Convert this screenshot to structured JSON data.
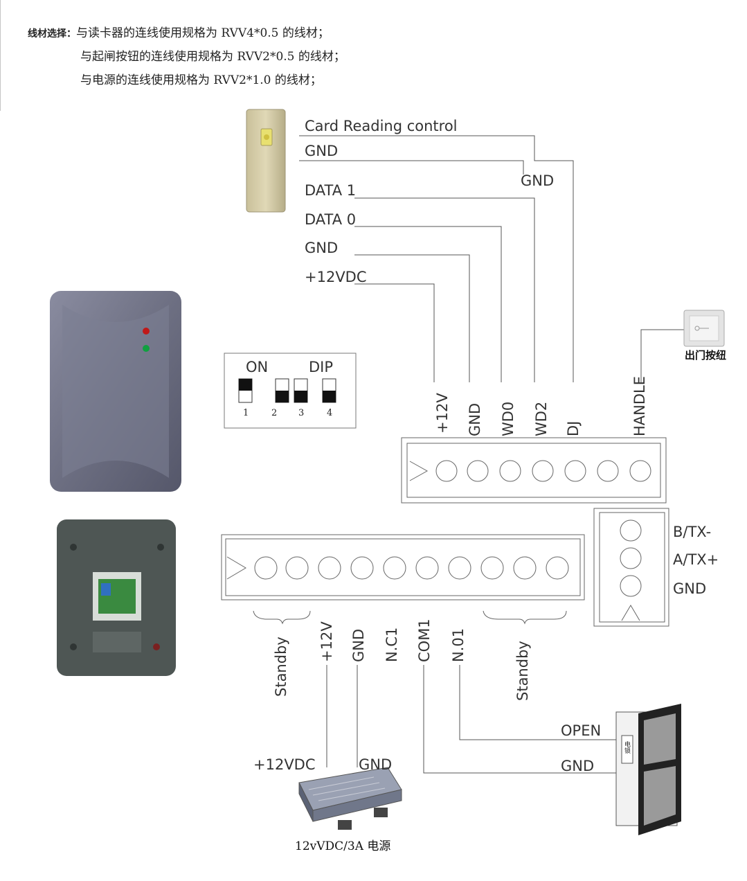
{
  "notes": {
    "heading": "线材选择：",
    "line1": "与读卡器的连线使用规格为 RVV4*0.5 的线材；",
    "line2": "与起闸按钮的连线使用规格为 RVV2*0.5 的线材；",
    "line3": "与电源的连线使用规格为 RVV2*1.0 的线材；"
  },
  "reader_wires": {
    "card_reading_control": "Card Reading control",
    "gnd1": "GND",
    "gnd_junction": "GND",
    "data1": "DATA 1",
    "data0": "DATA 0",
    "gnd2": "GND",
    "v12": "+12VDC"
  },
  "dip": {
    "on_label": "ON",
    "dip_label": "DIP",
    "switches": [
      {
        "num": "1",
        "state": "on"
      },
      {
        "num": "2",
        "state": "off"
      },
      {
        "num": "3",
        "state": "off"
      },
      {
        "num": "4",
        "state": "off"
      }
    ]
  },
  "top_terminal": {
    "labels": [
      "+12V",
      "GND",
      "WD0",
      "WD2",
      "DJ",
      "HANDLE"
    ]
  },
  "exit_button": {
    "caption": "出门按纽"
  },
  "rs485": {
    "labels": [
      "B/TX-",
      "A/TX+",
      "GND"
    ]
  },
  "bottom_terminal": {
    "labels": [
      "Standby",
      "+12V",
      "GND",
      "N.C1",
      "COM1",
      "N.01",
      "Standby"
    ]
  },
  "door": {
    "open": "OPEN",
    "gnd": "GND",
    "lock_label": "电锁"
  },
  "psu": {
    "v12": "+12VDC",
    "gnd": "GND",
    "caption": "12vVDC/3A 电源"
  },
  "colors": {
    "line": "#555555",
    "device": "#6b6d7e",
    "device_back": "#4e5654"
  }
}
